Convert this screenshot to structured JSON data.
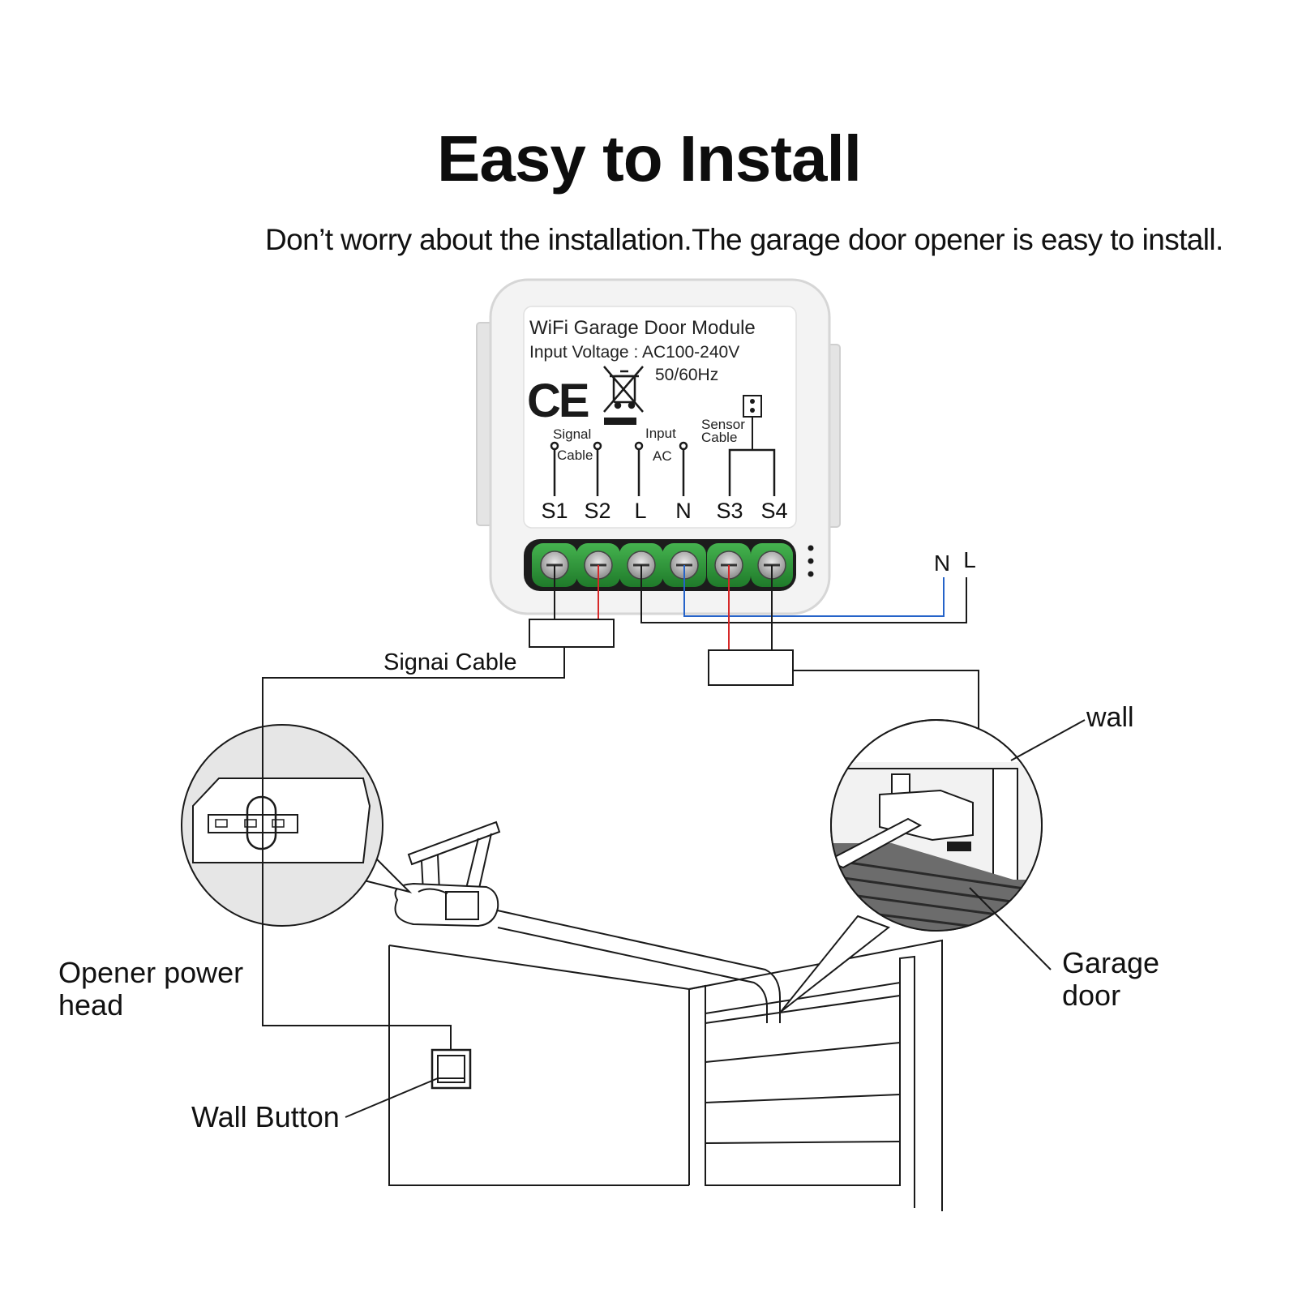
{
  "header": {
    "title": "Easy to Install",
    "subtitle": "Don’t worry about the installation.The garage door opener is easy to install."
  },
  "module": {
    "name": "WiFi Garage Door Module",
    "voltage": "Input Voltage : AC100-240V",
    "frequency": "50/60Hz",
    "ce_mark": "CE",
    "signal_label_1": "Signal",
    "signal_label_2": "Cable",
    "input_label_1": "Input",
    "input_label_2": "AC",
    "sensor_label_1": "Sensor",
    "sensor_label_2": "Cable",
    "terminals": [
      "S1",
      "S2",
      "L",
      "N",
      "S3",
      "S4"
    ]
  },
  "labels": {
    "mains_n": "N",
    "mains_l": "L",
    "signal_cable": "Signai Cable",
    "wall": "wall",
    "opener_line1": "Opener power",
    "opener_line2": "head",
    "wall_button": "Wall Button",
    "garage_line1": "Garage",
    "garage_line2": "door"
  },
  "colors": {
    "terminal_green": "#2f9e3c",
    "wire_blue": "#2563c9",
    "wire_red": "#d62828",
    "module_body": "#f3f3f3"
  }
}
